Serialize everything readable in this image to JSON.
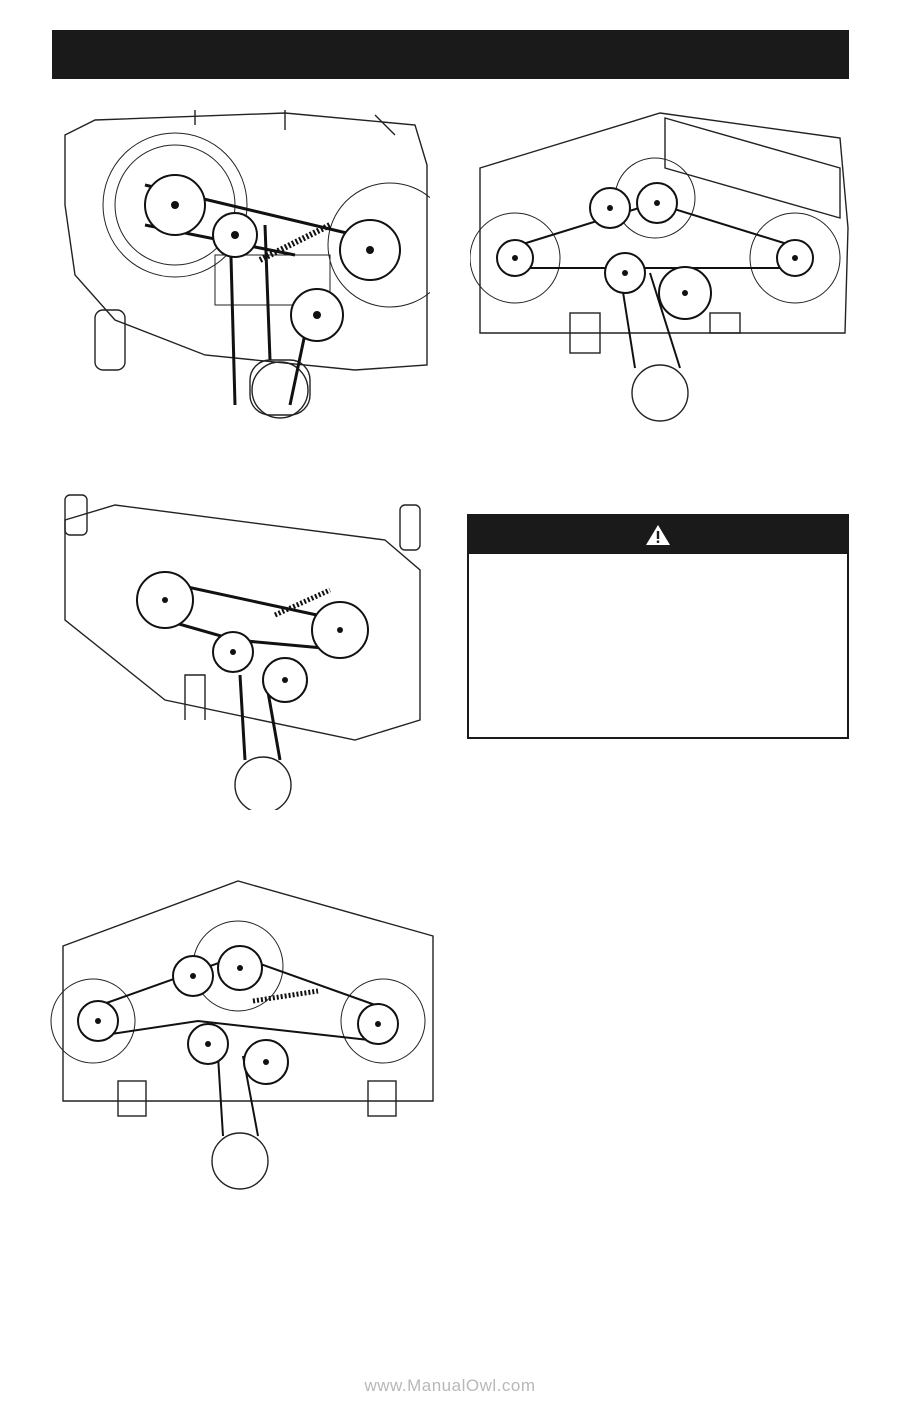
{
  "page": {
    "watermark": "www.ManualOwl.com"
  },
  "warning": {
    "icon": "warning-triangle-icon"
  },
  "figures": [
    {
      "id": "belt-diagram-1",
      "icon": "belt-routing-diagram"
    },
    {
      "id": "belt-diagram-2",
      "icon": "belt-routing-diagram"
    },
    {
      "id": "belt-diagram-3",
      "icon": "belt-routing-diagram"
    },
    {
      "id": "belt-diagram-4",
      "icon": "belt-routing-diagram"
    }
  ]
}
